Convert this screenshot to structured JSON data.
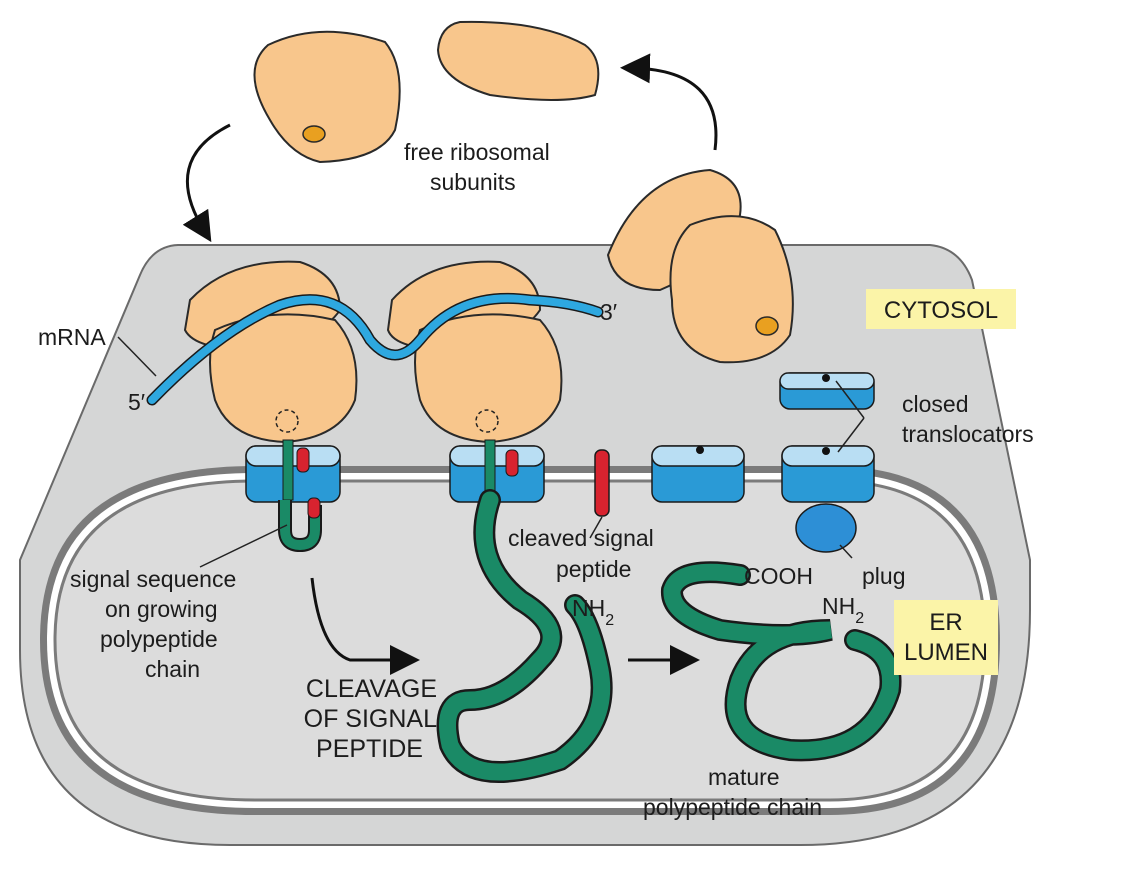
{
  "labels": {
    "free_subunits_line1": "free ribosomal",
    "free_subunits_line2": "subunits",
    "cytosol": "CYTOSOL",
    "mrna": "mRNA",
    "five_prime": "5′",
    "three_prime": "3′",
    "closed_line1": "closed",
    "closed_line2": "translocators",
    "cleaved_line1": "cleaved signal",
    "cleaved_line2": "peptide",
    "cooh": "COOH",
    "plug": "plug",
    "nh2_left": "NH",
    "nh2_right": "NH",
    "subscript_two": "2",
    "er_lumen_line1": "ER",
    "er_lumen_line2": "LUMEN",
    "signal_seq_line1": "signal sequence",
    "signal_seq_line2": "on growing",
    "signal_seq_line3": "polypeptide",
    "signal_seq_line4": "chain",
    "cleavage_line1": "CLEAVAGE",
    "cleavage_line2": "OF SIGNAL",
    "cleavage_line3": "PEPTIDE",
    "mature_line1": "mature",
    "mature_line2": "polypeptide chain"
  },
  "colors": {
    "ribosome": "#f8c68c",
    "ribosome_edge": "#2a2a2a",
    "ribosome_site": "#e9a020",
    "mrna": "#2ea8e0",
    "translocator_light": "#b9def3",
    "translocator_dark": "#2a9ad6",
    "polypeptide": "#1a8a66",
    "signal_peptide": "#d8232f",
    "cytosol_bg": "#d5d6d6",
    "lumen_bg": "#dcdcdc",
    "membrane": "#7b7b7b",
    "highlight": "#fbf4a8",
    "plug": "#2d8fd6"
  }
}
